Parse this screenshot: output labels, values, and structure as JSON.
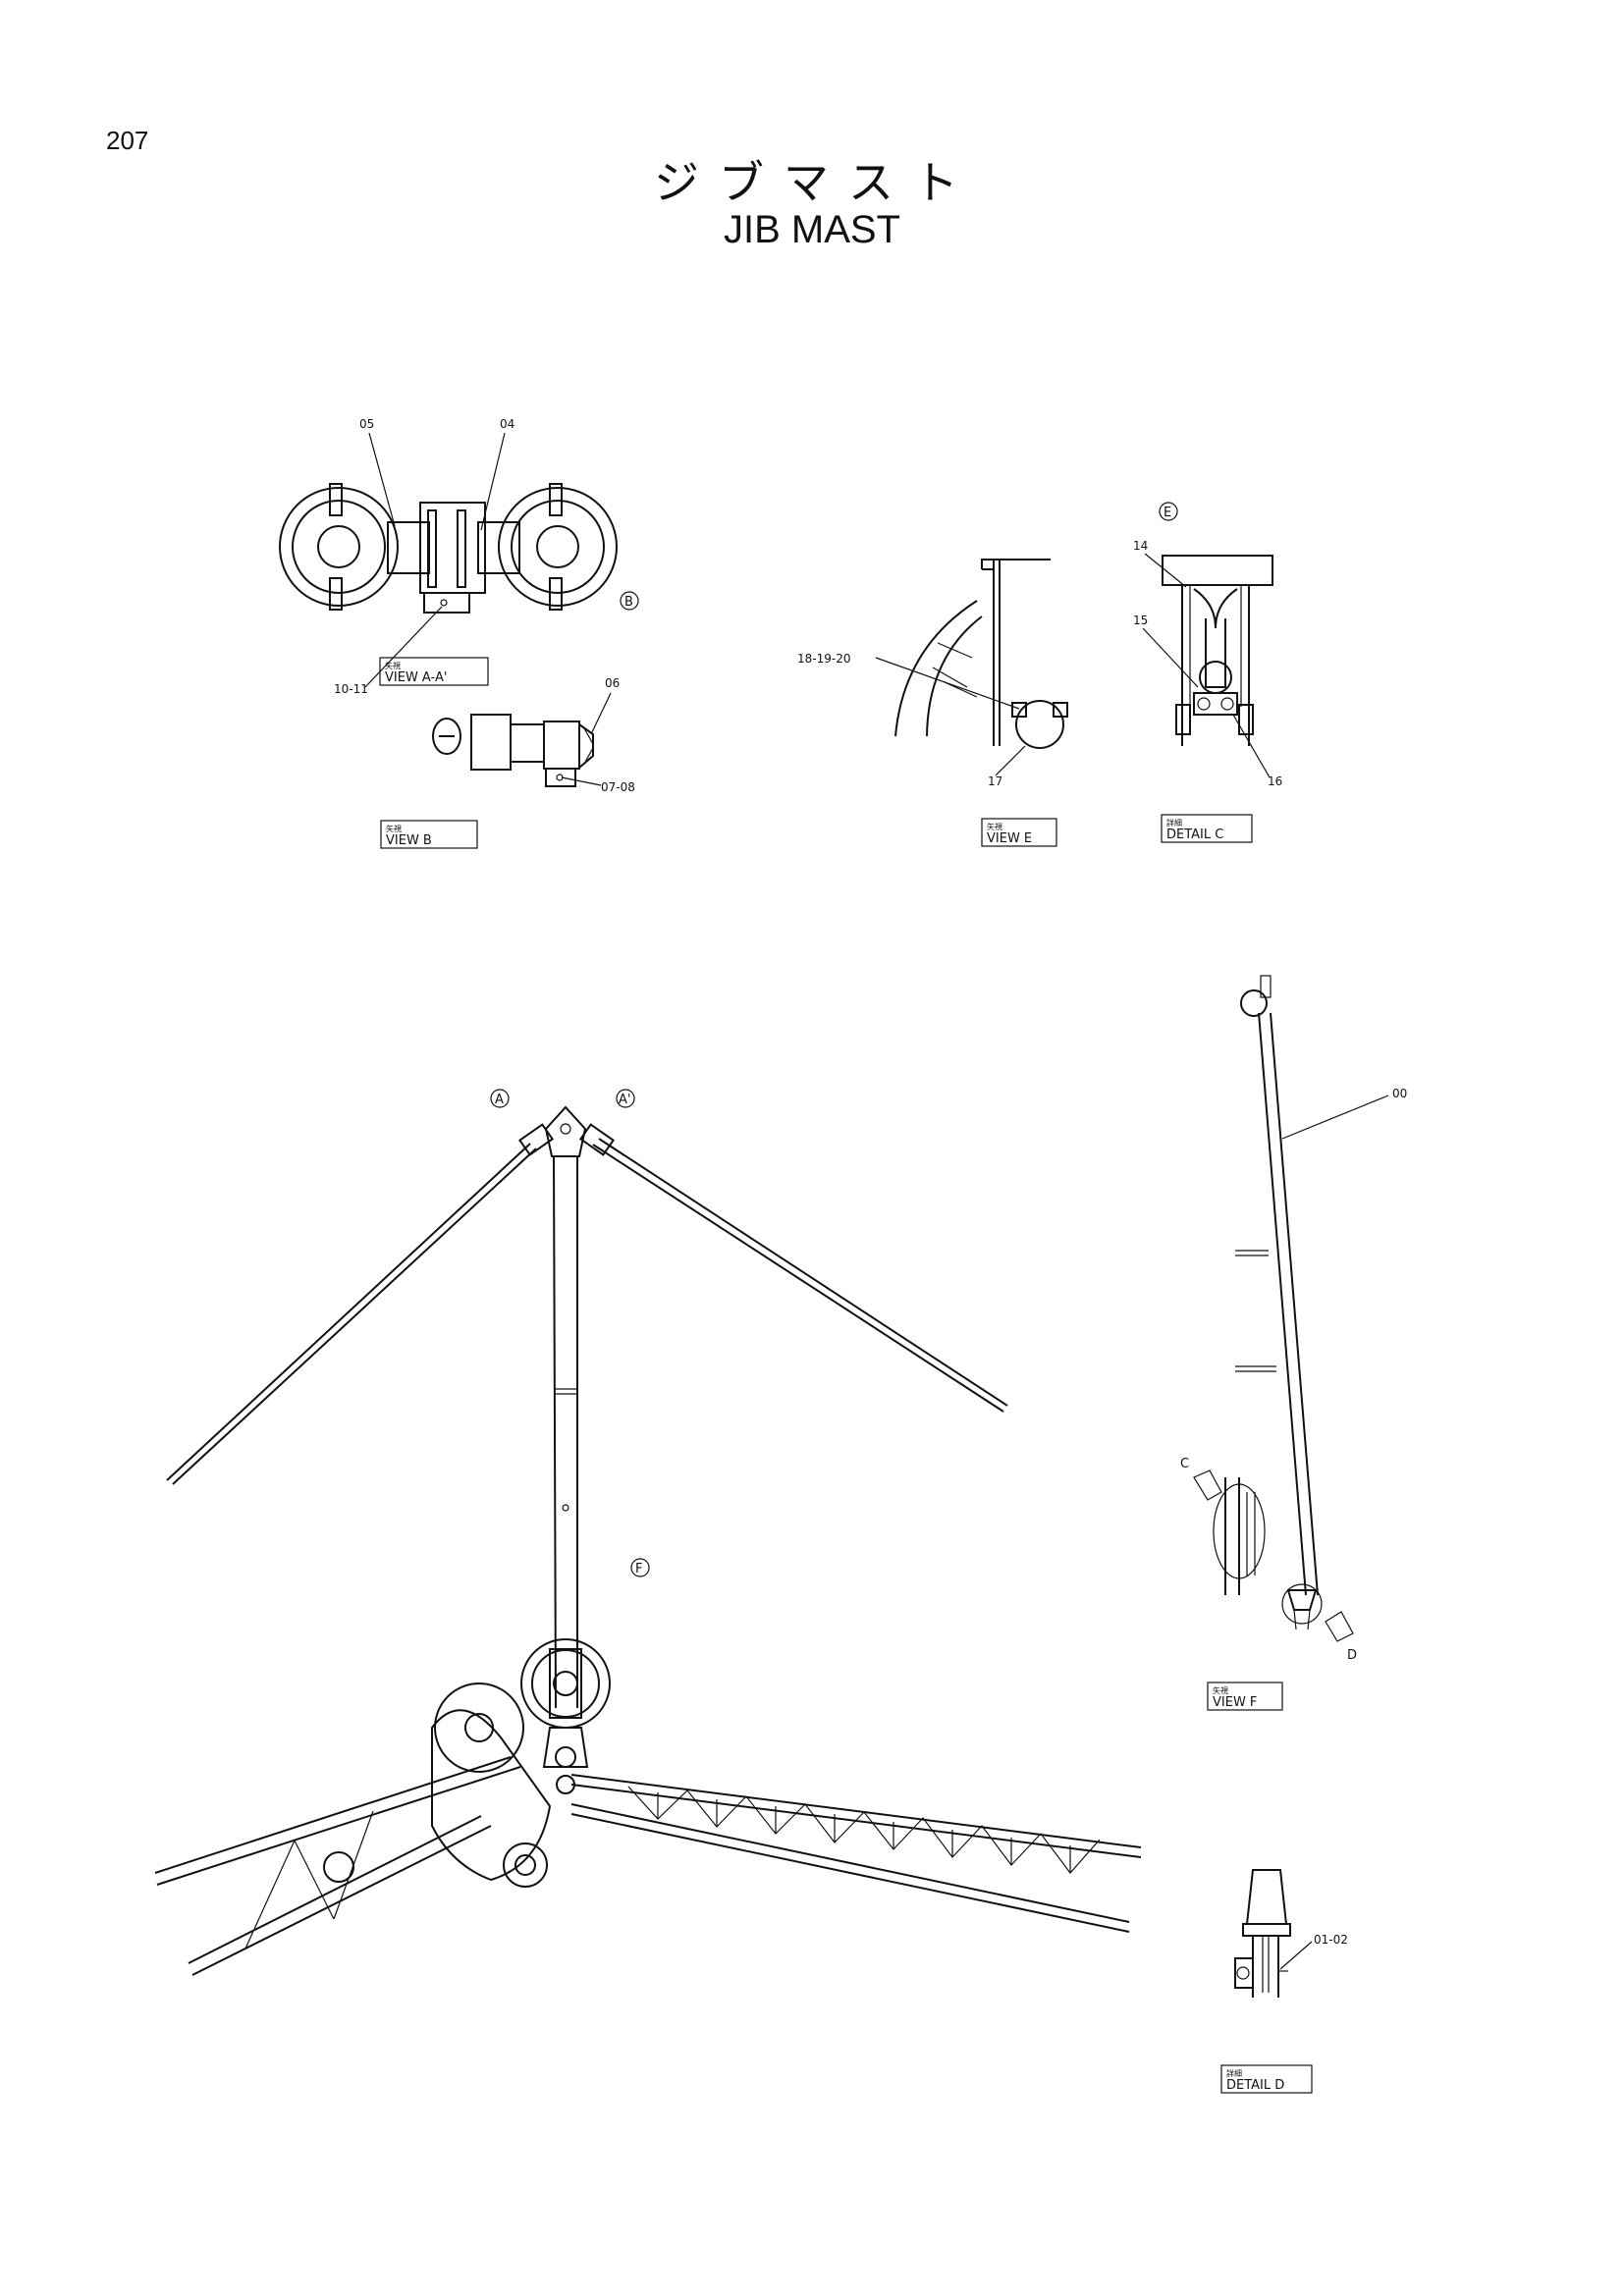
{
  "page": {
    "number": "207"
  },
  "title": {
    "japanese": "ジブマスト",
    "english": "JIB MAST"
  },
  "views": [
    {
      "prefix": "矢視",
      "text": "VIEW A-A'"
    },
    {
      "prefix": "矢視",
      "text": "VIEW B"
    },
    {
      "prefix": "矢視",
      "text": "VIEW E"
    },
    {
      "prefix": "詳細",
      "text": "DETAIL C"
    },
    {
      "prefix": "矢視",
      "text": "VIEW F"
    },
    {
      "prefix": "詳細",
      "text": "DETAIL D"
    }
  ],
  "parts": [
    "05",
    "04",
    "10-11",
    "06",
    "07-08",
    "18-19-20",
    "17",
    "14",
    "15",
    "16",
    "00",
    "01-02"
  ],
  "view_markers": [
    "A",
    "A'",
    "B",
    "E",
    "F",
    "C",
    "D"
  ]
}
